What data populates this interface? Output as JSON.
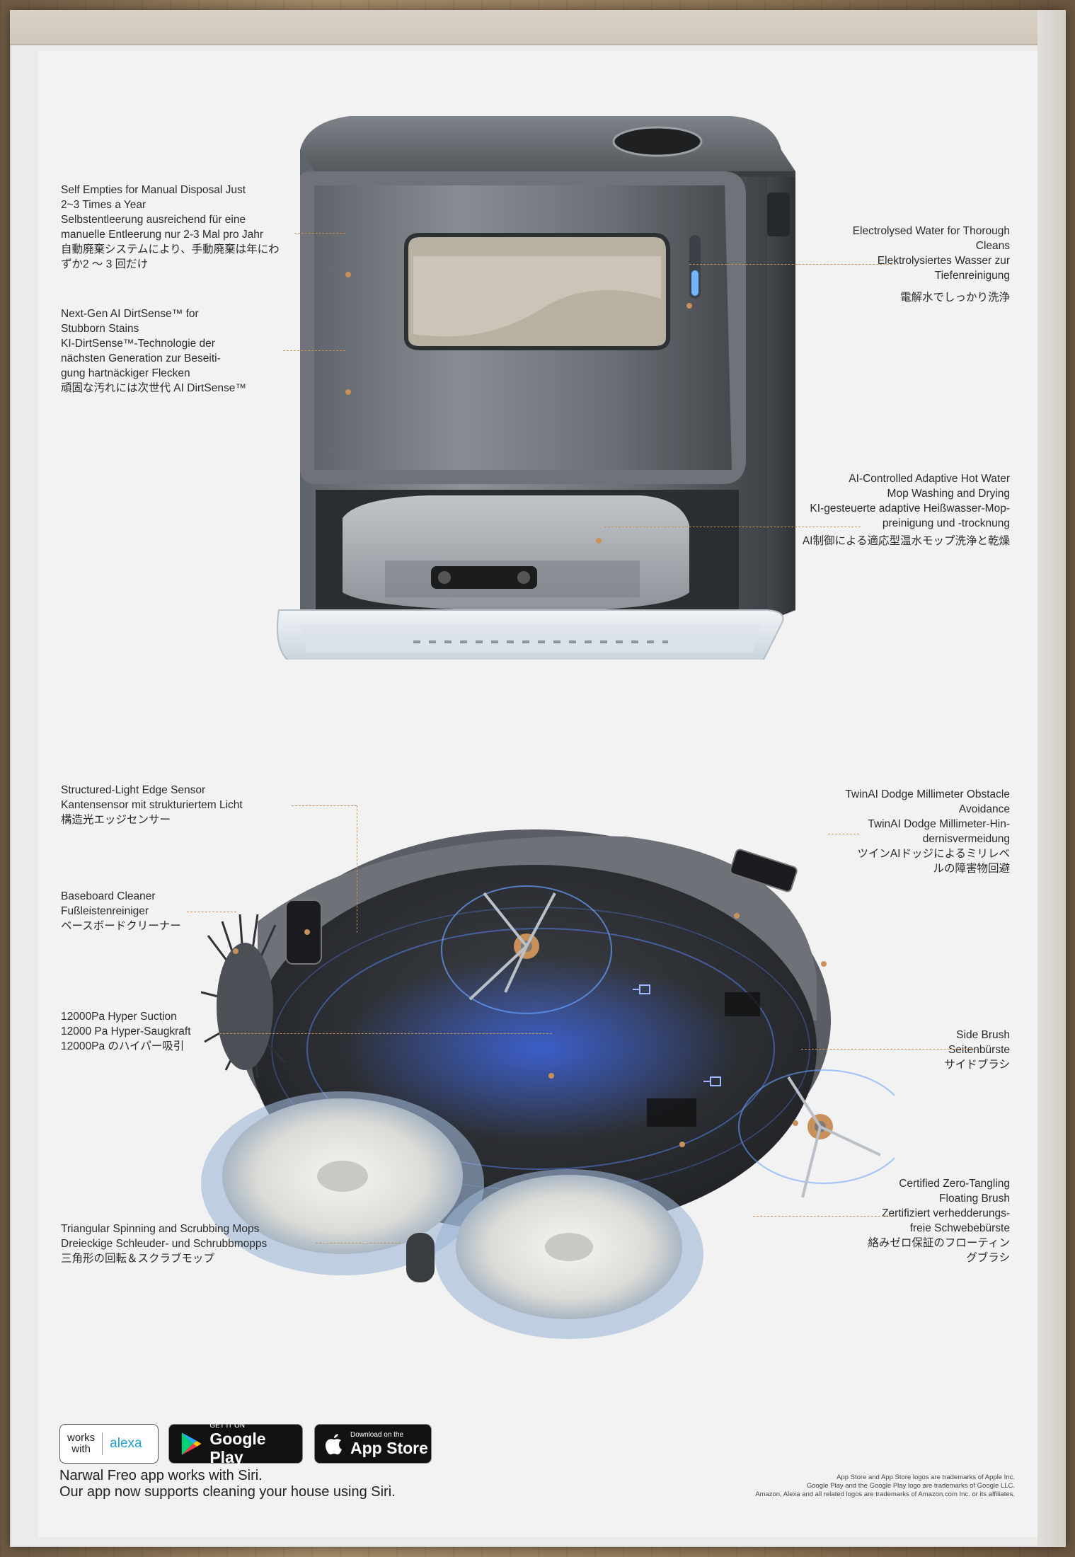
{
  "callouts_top": [
    {
      "key": "self_empty",
      "lines": [
        "Self Empties for Manual Disposal Just",
        "2~3 Times a Year",
        "Selbstentleerung ausreichend für eine",
        "manuelle Entleerung nur 2-3 Mal pro Jahr",
        "自動廃棄システムにより、手動廃棄は年にわ",
        "ずか2 ～ 3 回だけ"
      ]
    },
    {
      "key": "dirtsense",
      "lines": [
        "Next-Gen AI DirtSense™ for",
        "Stubborn Stains",
        "KI-DirtSense™-Technologie der",
        "nächsten Generation zur Beseiti-",
        "gung hartnäckiger Flecken",
        "頑固な汚れには次世代 AI DirtSense™"
      ]
    },
    {
      "key": "electrolysed",
      "lines": [
        "Electrolysed Water for Thorough",
        "Cleans",
        "Elektrolysiertes Wasser zur",
        "Tiefenreinigung",
        "電解水でしっかり洗浄"
      ]
    },
    {
      "key": "hot_water",
      "lines": [
        "AI-Controlled Adaptive Hot Water",
        "Mop Washing and Drying",
        "KI-gesteuerte adaptive Heißwasser-Mop-",
        "preinigung und -trocknung",
        "AI制御による適応型温水モップ洗浄と乾燥"
      ]
    }
  ],
  "callouts_bottom": [
    {
      "key": "edge_sensor",
      "lines": [
        "Structured-Light Edge Sensor",
        "Kantensensor mit strukturiertem Licht",
        "構造光エッジセンサー"
      ]
    },
    {
      "key": "baseboard",
      "lines": [
        "Baseboard Cleaner",
        "Fußleistenreiniger",
        "ベースボードクリーナー"
      ]
    },
    {
      "key": "suction",
      "lines": [
        "12000Pa Hyper Suction",
        "12000 Pa Hyper-Saugkraft",
        "12000Pa のハイパー吸引"
      ]
    },
    {
      "key": "mops",
      "lines": [
        "Triangular Spinning and Scrubbing Mops",
        "Dreieckige Schleuder- und Schrubbmopps",
        "三角形の回転＆スクラブモップ"
      ]
    },
    {
      "key": "twinai",
      "lines": [
        "TwinAI Dodge Millimeter Obstacle",
        "Avoidance",
        "TwinAI Dodge Millimeter-Hin-",
        "dernisvermeidung",
        "ツインAIドッジによるミリレベ",
        "ルの障害物回避"
      ]
    },
    {
      "key": "side_brush",
      "lines": [
        "Side Brush",
        "Seitenbürste",
        "サイドブラシ"
      ]
    },
    {
      "key": "zero_tangle",
      "lines": [
        "Certified Zero-Tangling",
        "Floating Brush",
        "Zertifiziert verhedderungs-",
        "freie Schwebebürste",
        "絡みゼロ保証のフローティン",
        "グブラシ"
      ]
    }
  ],
  "badges": {
    "alexa_works": "works\nwith",
    "alexa_name": "alexa",
    "google_small": "GET IT ON",
    "google_big": "Google Play",
    "apple_small": "Download on the",
    "apple_big": "App Store"
  },
  "siri_text": {
    "line1": "Narwal Freo app works with Siri.",
    "line2": "Our app now supports cleaning your house using Siri."
  },
  "trademark": {
    "line1": "App Store and App Store logos are trademarks of Apple Inc.",
    "line2": "Google Play and the Google Play logo are trademarks of Google LLC.",
    "line3": "Amazon, Alexa and all related logos are trademarks of Amazon.com Inc. or its affiliates."
  },
  "colors": {
    "accent": "#c8905b",
    "panel": "#f2f2f3",
    "alexa_blue": "#1ca0d8"
  }
}
